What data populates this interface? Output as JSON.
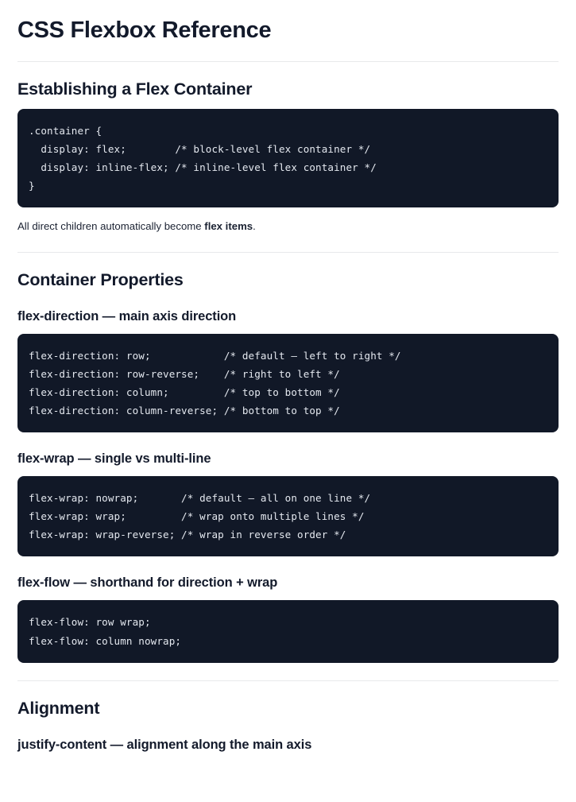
{
  "document": {
    "title": "CSS Flexbox Reference"
  },
  "sections": {
    "establishing": {
      "heading": "Establishing a Flex Container",
      "code": ".container {\n  display: flex;        /* block-level flex container */\n  display: inline-flex; /* inline-level flex container */\n}",
      "note_prefix": "All direct children automatically become ",
      "note_strong": "flex items",
      "note_suffix": "."
    },
    "container_properties": {
      "heading": "Container Properties",
      "items": [
        {
          "heading": "flex-direction — main axis direction",
          "code": "flex-direction: row;            /* default — left to right */\nflex-direction: row-reverse;    /* right to left */\nflex-direction: column;         /* top to bottom */\nflex-direction: column-reverse; /* bottom to top */"
        },
        {
          "heading": "flex-wrap — single vs multi-line",
          "code": "flex-wrap: nowrap;       /* default — all on one line */\nflex-wrap: wrap;         /* wrap onto multiple lines */\nflex-wrap: wrap-reverse; /* wrap in reverse order */"
        },
        {
          "heading": "flex-flow — shorthand for direction + wrap",
          "code": "flex-flow: row wrap;\nflex-flow: column nowrap;"
        }
      ]
    },
    "alignment": {
      "heading": "Alignment",
      "items": [
        {
          "heading": "justify-content — alignment along the main axis"
        }
      ]
    }
  },
  "colors": {
    "page_background": "#ffffff",
    "text": "#11182a",
    "code_background": "#111827",
    "code_text": "#e4e8ef",
    "rule": "#e8e9eb"
  }
}
